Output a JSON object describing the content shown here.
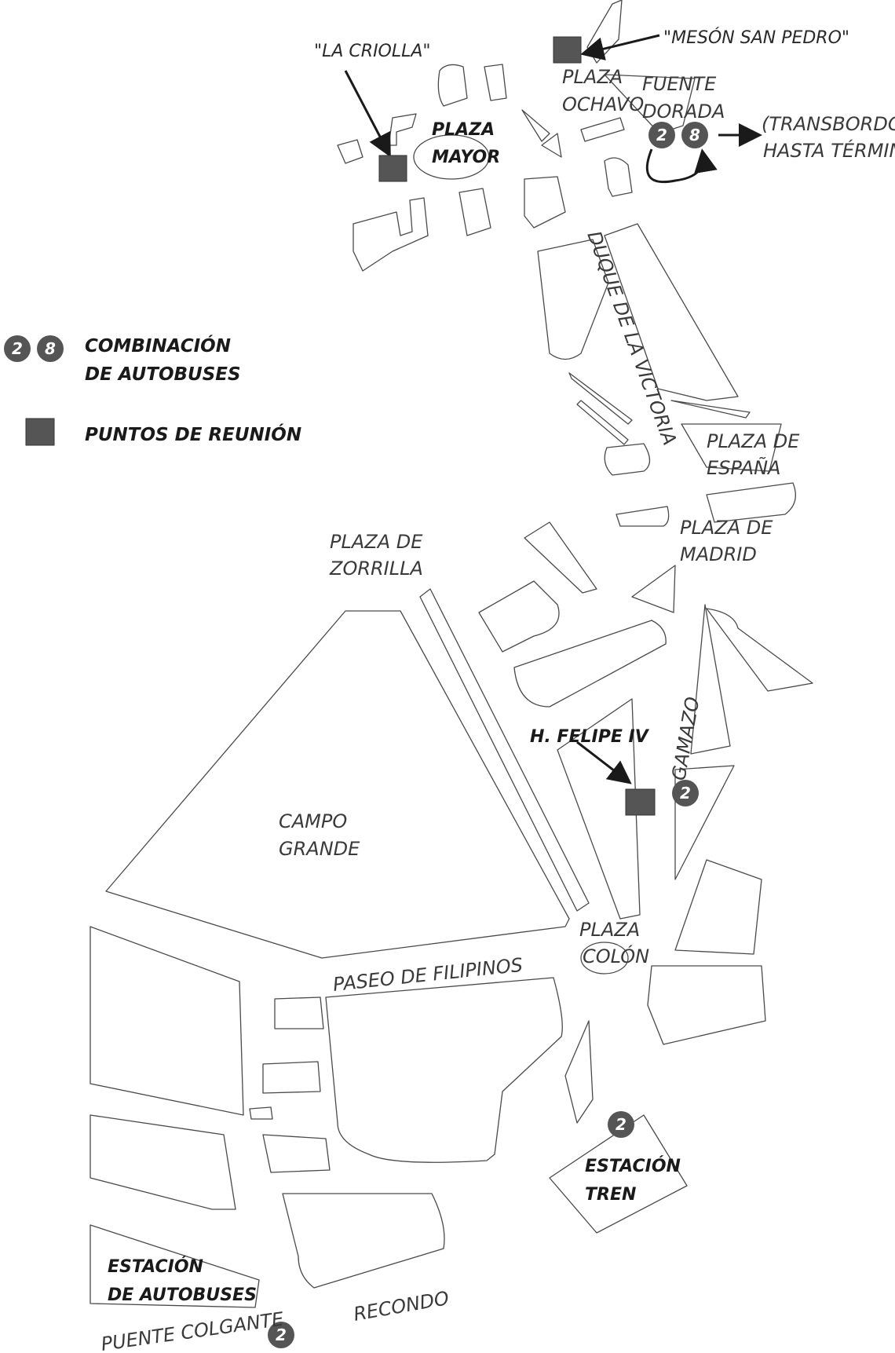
{
  "colors": {
    "meeting_point": "#555555",
    "bus_badge": "#555555",
    "block_outline": "#4a4a4a",
    "background": "#ffffff"
  },
  "legend": {
    "bus_badges": [
      "2",
      "8"
    ],
    "bus_label_line1": "COMBINACIÓN",
    "bus_label_line2": "DE AUTOBUSES",
    "meeting_label": "PUNTOS DE REUNIÓN"
  },
  "places": {
    "la_criolla": "\"LA CRIOLLA\"",
    "meson_san_pedro": "\"MESÓN SAN PEDRO\"",
    "plaza_mayor_1": "PLAZA",
    "plaza_mayor_2": "MAYOR",
    "plaza_ochavo_1": "PLAZA",
    "plaza_ochavo_2": "OCHAVO",
    "fuente_dorada_1": "FUENTE",
    "fuente_dorada_2": "DORADA",
    "transbordo_1": "(TRANSBORDO,",
    "transbordo_2": "HASTA TÉRMINO)",
    "duque": "DUQUE DE LA VICTORIA",
    "plaza_espana_1": "PLAZA DE",
    "plaza_espana_2": "ESPAÑA",
    "plaza_madrid_1": "PLAZA DE",
    "plaza_madrid_2": "MADRID",
    "plaza_zorrilla_1": "PLAZA DE",
    "plaza_zorrilla_2": "ZORRILLA",
    "felipe": "H. FELIPE IV",
    "gamazo": "GAMAZO",
    "campo_1": "CAMPO",
    "campo_2": "GRANDE",
    "plaza_colon_1": "PLAZA",
    "plaza_colon_2": "COLÓN",
    "paseo": "PASEO DE FILIPINOS",
    "estacion_tren_1": "ESTACIÓN",
    "estacion_tren_2": "TREN",
    "estacion_bus_1": "ESTACIÓN",
    "estacion_bus_2": "DE AUTOBUSES",
    "recondo": "RECONDO",
    "puente": "PUENTE COLGANTE"
  },
  "bus_stops": {
    "fuente_a": "2",
    "fuente_b": "8",
    "gamazo": "2",
    "estacion_tren": "2",
    "puente": "2"
  }
}
